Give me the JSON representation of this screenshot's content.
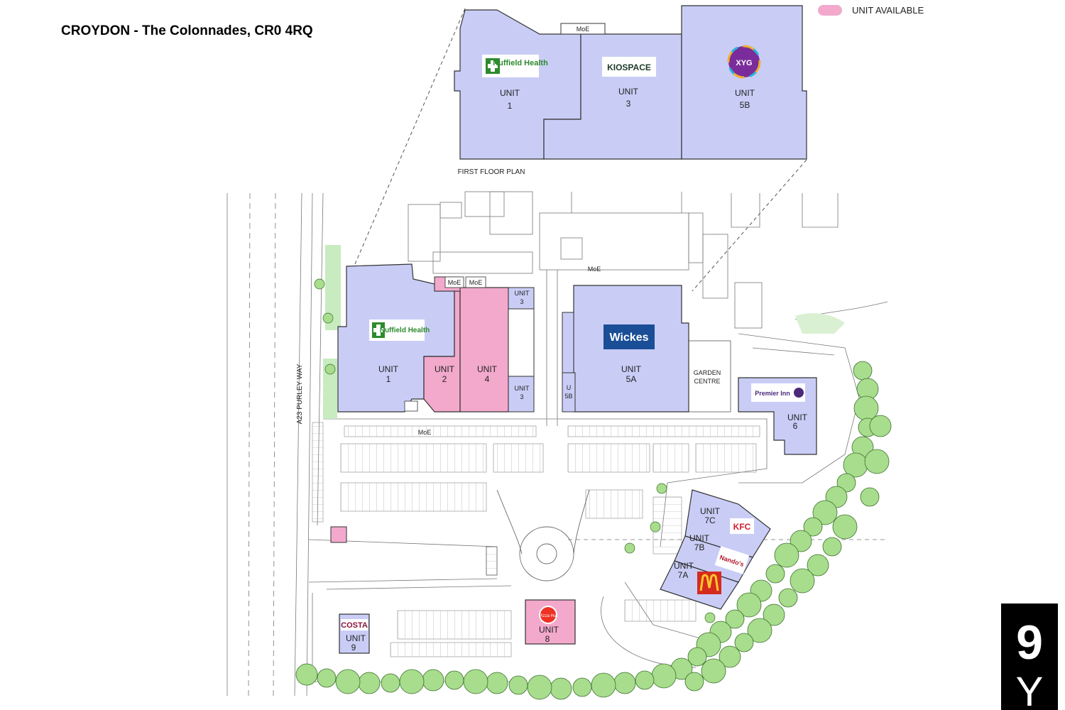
{
  "title": "CROYDON - The Colonnades, CR0 4RQ",
  "legend": {
    "label": "UNIT AVAILABLE",
    "color": "#f2a9cc"
  },
  "colors": {
    "let_unit": "#c9cdf6",
    "available_unit": "#f2a9cc",
    "trees": "#a7dd8c",
    "outline": "#333333"
  },
  "first_floor": {
    "caption": "FIRST FLOOR PLAN",
    "moe": "MoE",
    "unit1": {
      "label": "UNIT",
      "number": "1",
      "tenant": "Nuffield Health"
    },
    "unit3": {
      "label": "UNIT",
      "number": "3",
      "tenant": "KIOSPACE"
    },
    "unit5b": {
      "label": "UNIT",
      "number": "5B",
      "tenant": "XYG",
      "icon": "xyg-logo"
    }
  },
  "ground_floor": {
    "road_name": "A23 PURLEY WAY",
    "moe": "MoE",
    "unit1": {
      "label": "UNIT",
      "number": "1",
      "tenant": "Nuffield Health"
    },
    "unit2": {
      "label": "UNIT",
      "number": "2"
    },
    "unit4": {
      "label": "UNIT",
      "number": "4"
    },
    "unit3a": {
      "label": "UNIT",
      "number": "3"
    },
    "unit3b": {
      "label": "UNIT",
      "number": "3"
    },
    "unit5b": {
      "label": "U",
      "number": "5B"
    },
    "unit5a": {
      "label": "UNIT",
      "number": "5A",
      "tenant": "Wickes"
    },
    "garden_centre": {
      "line1": "GARDEN",
      "line2": "CENTRE"
    },
    "unit6": {
      "label": "UNIT",
      "number": "6",
      "tenant": "Premier Inn"
    },
    "unit7c": {
      "label": "UNIT",
      "number": "7C",
      "tenant": "KFC"
    },
    "unit7b": {
      "label": "UNIT",
      "number": "7B",
      "tenant": "Nando's"
    },
    "unit7a": {
      "label": "UNIT",
      "number": "7A",
      "tenant": "McDonald's"
    },
    "unit8": {
      "label": "UNIT",
      "number": "8",
      "tenant": "Pizza Hut"
    },
    "unit9": {
      "label": "UNIT",
      "number": "9",
      "tenant": "COSTA"
    }
  },
  "brand_mark": {
    "top": "9",
    "bottom": "Y"
  }
}
